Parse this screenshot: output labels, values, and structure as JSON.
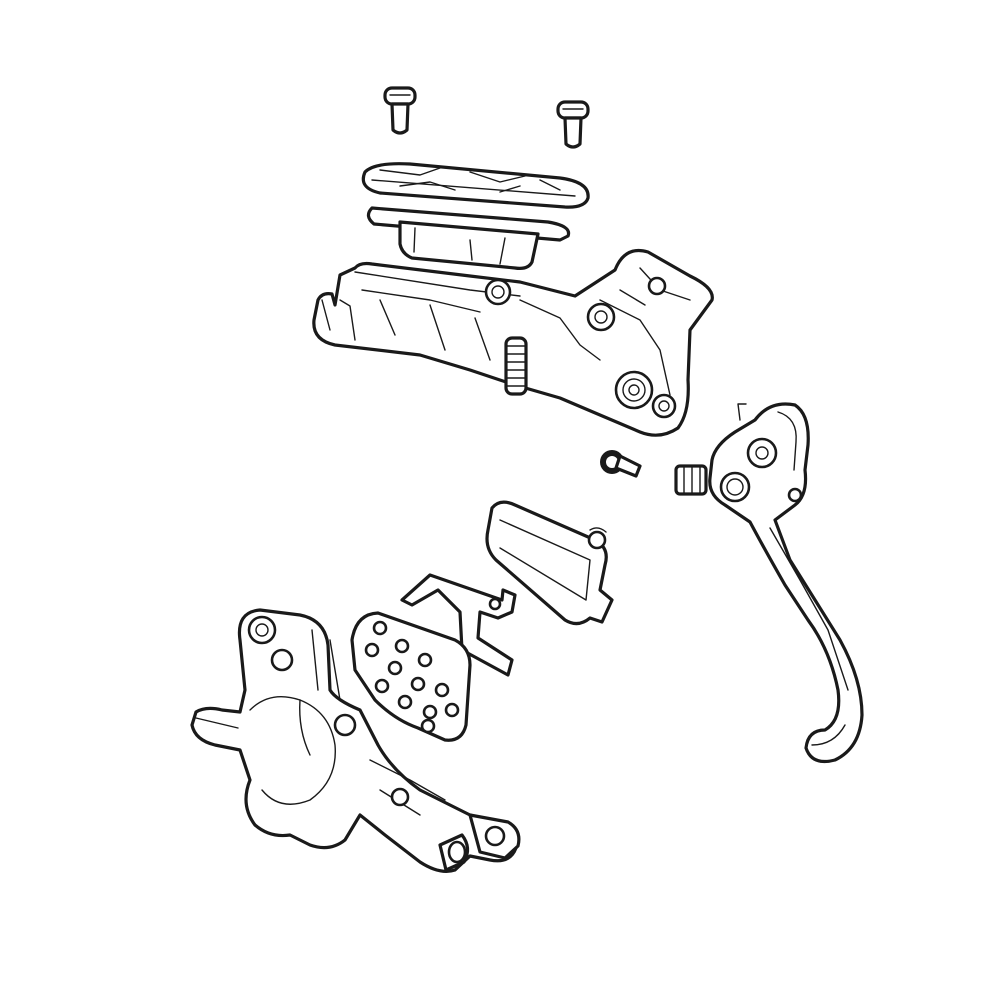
{
  "figure": {
    "background": "#ffffff",
    "line_color": "#1a1a1a",
    "parts": [
      {
        "id": "bolt",
        "count": 2
      },
      {
        "id": "reservoir-cover",
        "count": 1
      },
      {
        "id": "diaphragm",
        "count": 1
      },
      {
        "id": "master-cylinder-body",
        "count": 1
      },
      {
        "id": "pivot-screw",
        "count": 1
      },
      {
        "id": "brake-lever",
        "count": 1
      },
      {
        "id": "brake-pad",
        "count": 2
      },
      {
        "id": "pad-spring",
        "count": 1
      },
      {
        "id": "caliper",
        "count": 1
      }
    ]
  }
}
